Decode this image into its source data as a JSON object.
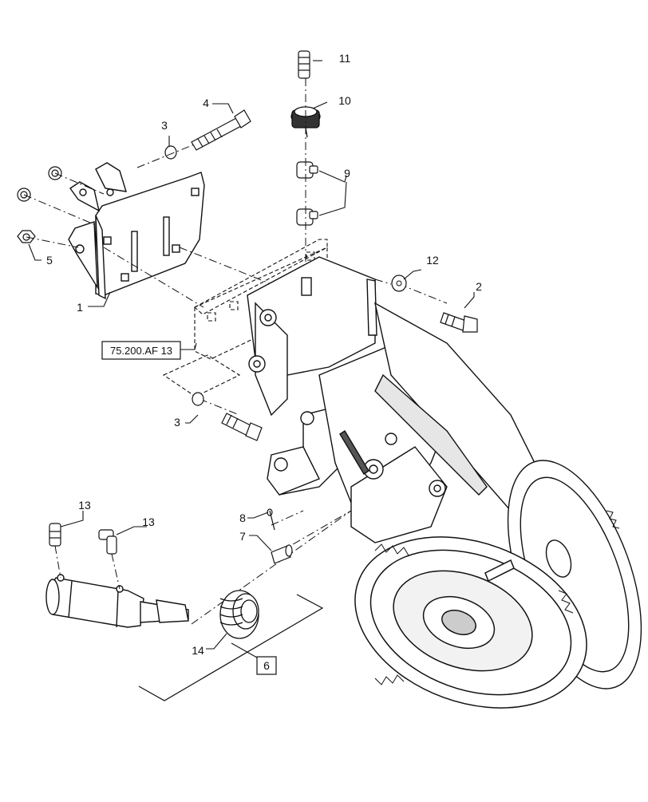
{
  "diagram": {
    "callouts": [
      {
        "id": "c1",
        "label": "1"
      },
      {
        "id": "c2",
        "label": "2"
      },
      {
        "id": "c3a",
        "label": "3"
      },
      {
        "id": "c3b",
        "label": "3"
      },
      {
        "id": "c4",
        "label": "4"
      },
      {
        "id": "c5",
        "label": "5"
      },
      {
        "id": "c6",
        "label": "6"
      },
      {
        "id": "c7",
        "label": "7"
      },
      {
        "id": "c8",
        "label": "8"
      },
      {
        "id": "c9",
        "label": "9"
      },
      {
        "id": "c10",
        "label": "10"
      },
      {
        "id": "c11",
        "label": "11"
      },
      {
        "id": "c12",
        "label": "12"
      },
      {
        "id": "c13a",
        "label": "13"
      },
      {
        "id": "c13b",
        "label": "13"
      },
      {
        "id": "c14",
        "label": "14"
      }
    ],
    "reference_box": "75.200.AF 13"
  }
}
